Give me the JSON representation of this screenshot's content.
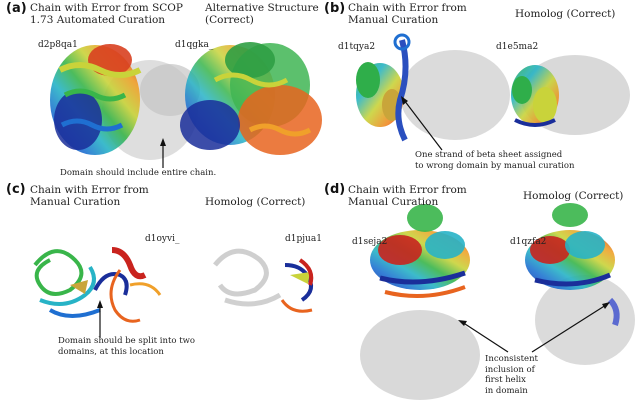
{
  "panels": [
    {
      "label": "(a)",
      "left_title": "Chain with Error from SCOP\n1.73 Automated Curation",
      "right_title": "Alternative Structure\n(Correct)",
      "left_id": "d2p8qa1",
      "right_id": "d1qgka_",
      "annotation": "Domain should include entire chain."
    },
    {
      "label": "(b)",
      "left_title": "Chain with Error from\nManual Curation",
      "right_title": "Homolog (Correct)",
      "left_id": "d1tqya2",
      "right_id": "d1e5ma2",
      "annotation": "One strand of beta sheet assigned\nto wrong domain by manual curation"
    },
    {
      "label": "(c)",
      "left_title": "Chain with Error from\nManual Curation",
      "right_title": "Homolog (Correct)",
      "left_id": "d1oyvi_",
      "right_id": "d1pjua1",
      "annotation": "Domain should be split into two\ndomains, at this location"
    },
    {
      "label": "(d)",
      "left_title": "Chain with Error from\nManual Curation",
      "right_title": "Homolog (Correct)",
      "left_id": "d1seja2",
      "right_id": "d1qzfa2",
      "annotation": "Inconsistent\ninclusion of\nfirst helix\nin domain"
    }
  ],
  "colors": {
    "ribbon_spectrum": [
      "#1a2e9a",
      "#1f6fd1",
      "#27b3c6",
      "#39b54a",
      "#c9d33a",
      "#f0b02a",
      "#e8641f",
      "#c9231e"
    ],
    "ghost_gray": "#c8c8c8",
    "text": "#222222"
  }
}
